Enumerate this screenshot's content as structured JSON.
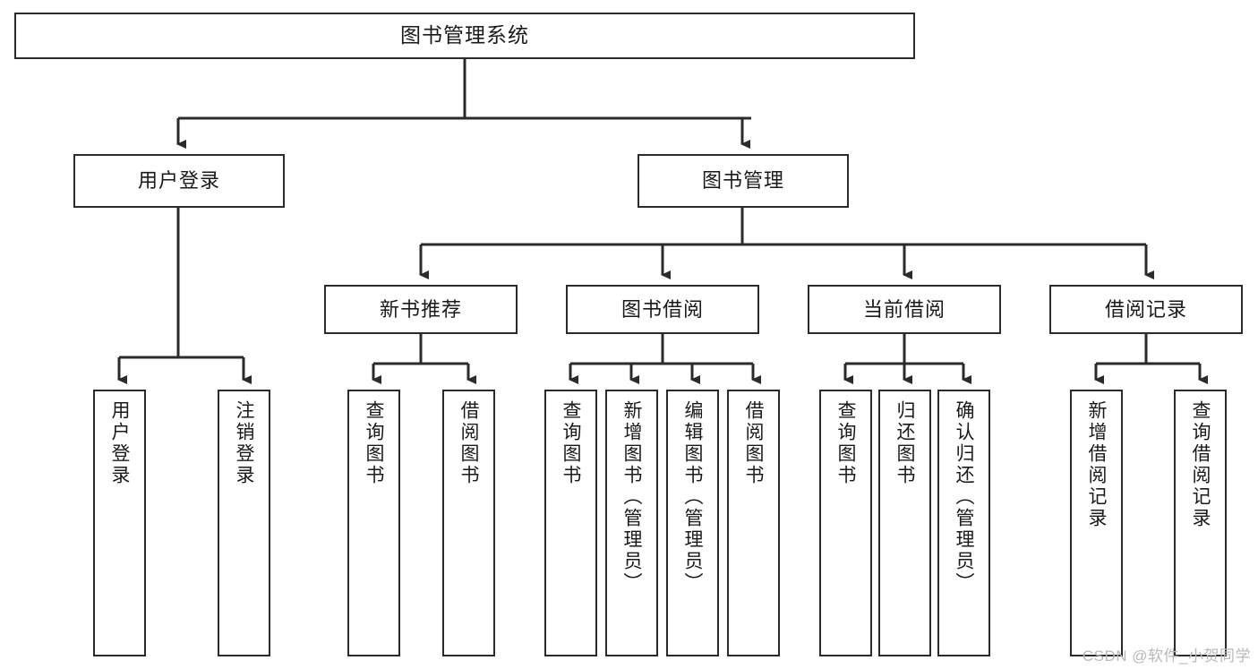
{
  "diagram": {
    "type": "tree-hierarchy",
    "title": "图书管理系统",
    "watermark": "CSDN @软件_小贺同学",
    "colors": {
      "box_border": "#2b2b2b",
      "box_fill": "#ffffff",
      "connector": "#2b2b2b",
      "text": "#1a1a1a",
      "watermark": "#b9b9b9",
      "background": "#ffffff"
    },
    "nodes": {
      "root": {
        "label": "图书管理系统"
      },
      "level2": [
        {
          "label": "用户登录"
        },
        {
          "label": "图书管理"
        }
      ],
      "level3": [
        {
          "label": "新书推荐"
        },
        {
          "label": "图书借阅"
        },
        {
          "label": "当前借阅"
        },
        {
          "label": "借阅记录"
        }
      ],
      "leaves": {
        "user_login": [
          {
            "label": "用户登录"
          },
          {
            "label": "注销登录"
          }
        ],
        "new_book_recommend": [
          {
            "label": "查询图书"
          },
          {
            "label": "借阅图书"
          }
        ],
        "book_borrow": [
          {
            "label": "查询图书"
          },
          {
            "label": "新增图书（管理员）"
          },
          {
            "label": "编辑图书（管理员）"
          },
          {
            "label": "借阅图书"
          }
        ],
        "current_borrow": [
          {
            "label": "查询图书"
          },
          {
            "label": "归还图书"
          },
          {
            "label": "确认归还（管理员）"
          }
        ],
        "borrow_record": [
          {
            "label": "新增借阅记录"
          },
          {
            "label": "查询借阅记录"
          }
        ]
      }
    }
  }
}
